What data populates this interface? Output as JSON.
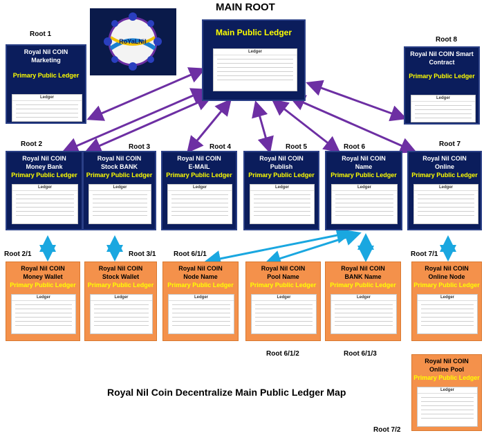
{
  "main_root": "MAIN ROOT",
  "map_title": "Royal Nil Coin Decentralize Main Public Ledger Map",
  "logo_text": "RoYaLNil",
  "ledger_header": "Ledger",
  "colors": {
    "navy": "#0b1d5c",
    "orange": "#f4914b",
    "purple_arrow": "#6d2fa3",
    "cyan_arrow": "#1aa7e0",
    "yellow_text": "#ffff00"
  },
  "main_ledger": {
    "title": "Main Public Ledger"
  },
  "root_labels": {
    "root1": "Root 1",
    "root2": "Root 2",
    "root3": "Root 3",
    "root4": "Root 4",
    "root5": "Root 5",
    "root6": "Root 6",
    "root7": "Root 7",
    "root8": "Root 8",
    "root2_1": "Root 2/1",
    "root3_1": "Root 3/1",
    "root6_1_1": "Root 6/1/1",
    "root6_1_2": "Root 6/1/2",
    "root6_1_3": "Root 6/1/3",
    "root7_1": "Root 7/1",
    "root7_2": "Root 7/2"
  },
  "nodes": {
    "marketing": {
      "line1": "Royal Nil COIN",
      "line2": "Marketing",
      "ppl": "Primary Public Ledger"
    },
    "smart_contract": {
      "line1": "Royal Nil COIN Smart",
      "line2": "Contract",
      "ppl": "Primary Public Ledger"
    },
    "money_bank": {
      "line1": "Royal Nil COIN",
      "line2": "Money Bank",
      "ppl": "Primary Public Ledger"
    },
    "stock_bank": {
      "line1": "Royal Nil COIN",
      "line2": "Stock BANK",
      "ppl": "Primary Public Ledger"
    },
    "email": {
      "line1": "Royal Nil COIN",
      "line2": "E-MAIL",
      "ppl": "Primary Public Ledger"
    },
    "publish": {
      "line1": "Royal Nil COIN",
      "line2": "Publish",
      "ppl": "Primary Public Ledger"
    },
    "name": {
      "line1": "Royal Nil COIN",
      "line2": "Name",
      "ppl": "Primary Public Ledger"
    },
    "online": {
      "line1": "Royal Nil COIN",
      "line2": "Online",
      "ppl": "Primary Public Ledger"
    },
    "money_wallet": {
      "line1": "Royal Nil COIN",
      "line2": "Money Wallet",
      "ppl": "Primary Public Ledger"
    },
    "stock_wallet": {
      "line1": "Royal Nil COIN",
      "line2": "Stock Wallet",
      "ppl": "Primary Public Ledger"
    },
    "node_name": {
      "line1": "Royal Nil COIN",
      "line2": "Node Name",
      "ppl": "Primary Public Ledger"
    },
    "pool_name": {
      "line1": "Royal Nil COIN",
      "line2": "Pool Name",
      "ppl": "Primary Public Ledger"
    },
    "bank_name": {
      "line1": "Royal Nil COIN",
      "line2": "BANK Name",
      "ppl": "Primary Public Ledger"
    },
    "online_node": {
      "line1": "Royal Nil COIN",
      "line2": "Online Node",
      "ppl": "Primary Public Ledger"
    },
    "online_pool": {
      "line1": "Royal Nil COIN",
      "line2": "Online Pool",
      "ppl": "Primary Public Ledger"
    }
  }
}
